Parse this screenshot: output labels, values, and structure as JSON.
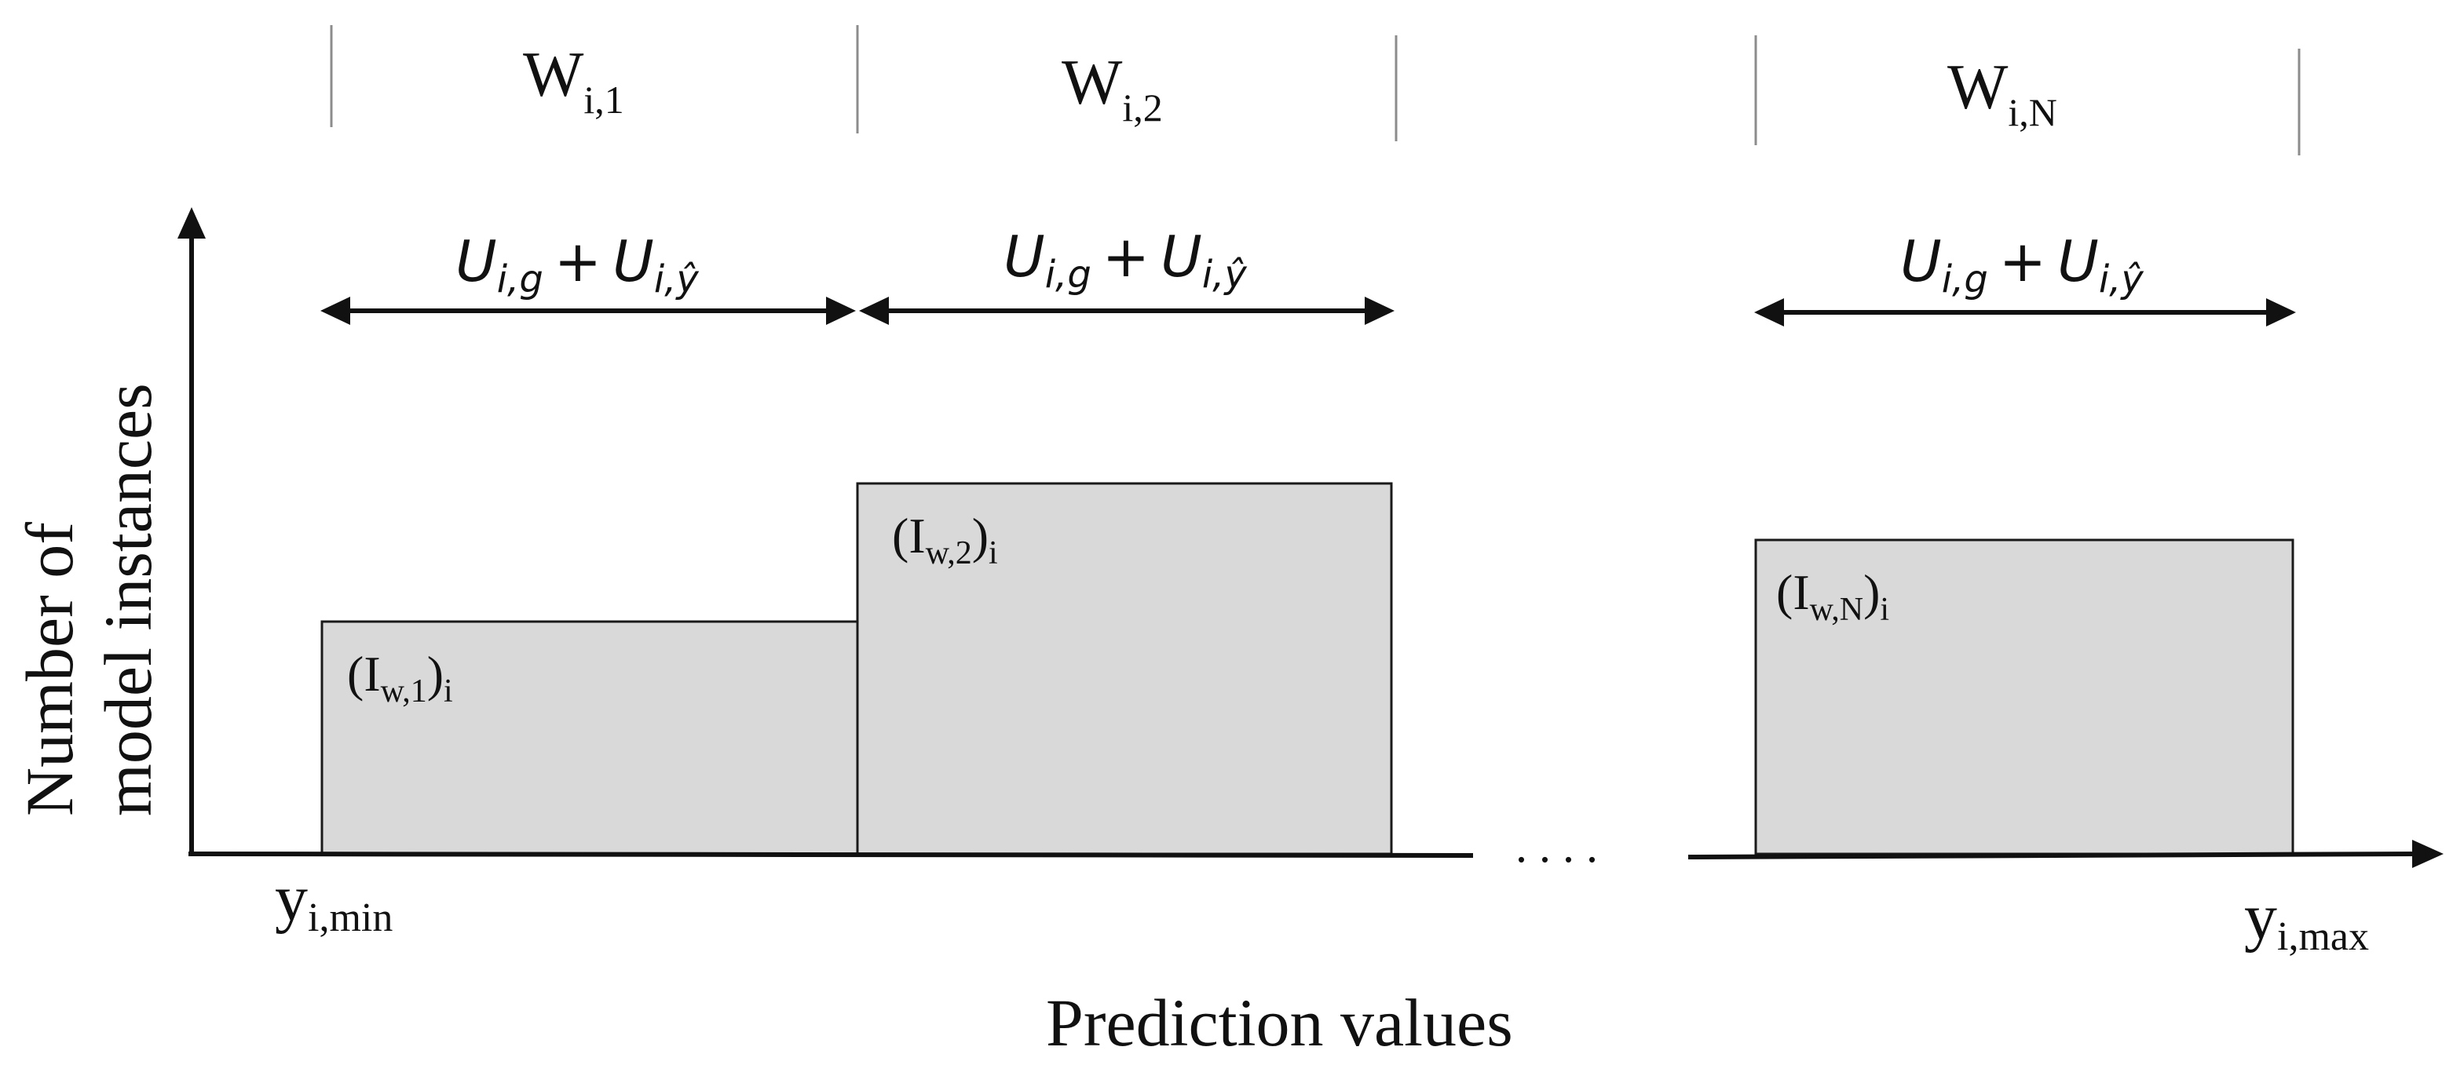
{
  "colors": {
    "bar_fill": "#d9d9d9",
    "bar_stroke": "#1a1a1a",
    "axis": "#111111",
    "divider": "#8c8c8c"
  },
  "axes": {
    "y_label_line1": "Number of",
    "y_label_line2": "model instances",
    "x_label": "Prediction values",
    "x_min": {
      "base": "y",
      "sub": "i,min"
    },
    "x_max": {
      "base": "y",
      "sub": "i,max"
    },
    "ellipsis": ". . . ."
  },
  "windows": [
    {
      "base": "W",
      "sub": "i,1"
    },
    {
      "base": "W",
      "sub": "i,2"
    },
    {
      "base": "W",
      "sub": "i,N"
    }
  ],
  "spans": [
    {
      "u": "U",
      "i": "i",
      "g": "g",
      "plus": "+",
      "yhat": "ŷ"
    },
    {
      "u": "U",
      "i": "i",
      "g": "g",
      "plus": "+",
      "yhat": "ŷ"
    },
    {
      "u": "U",
      "i": "i",
      "g": "g",
      "plus": "+",
      "yhat": "ŷ"
    }
  ],
  "bars": [
    {
      "open": "(I",
      "sub": "w,1",
      "close": ")",
      "outer": "i",
      "relative_height": 0.37
    },
    {
      "open": "(I",
      "sub": "w,2",
      "close": ")",
      "outer": "i",
      "relative_height": 0.59
    },
    {
      "open": "(I",
      "sub": "w,N",
      "close": ")",
      "outer": "i",
      "relative_height": 0.5
    }
  ]
}
